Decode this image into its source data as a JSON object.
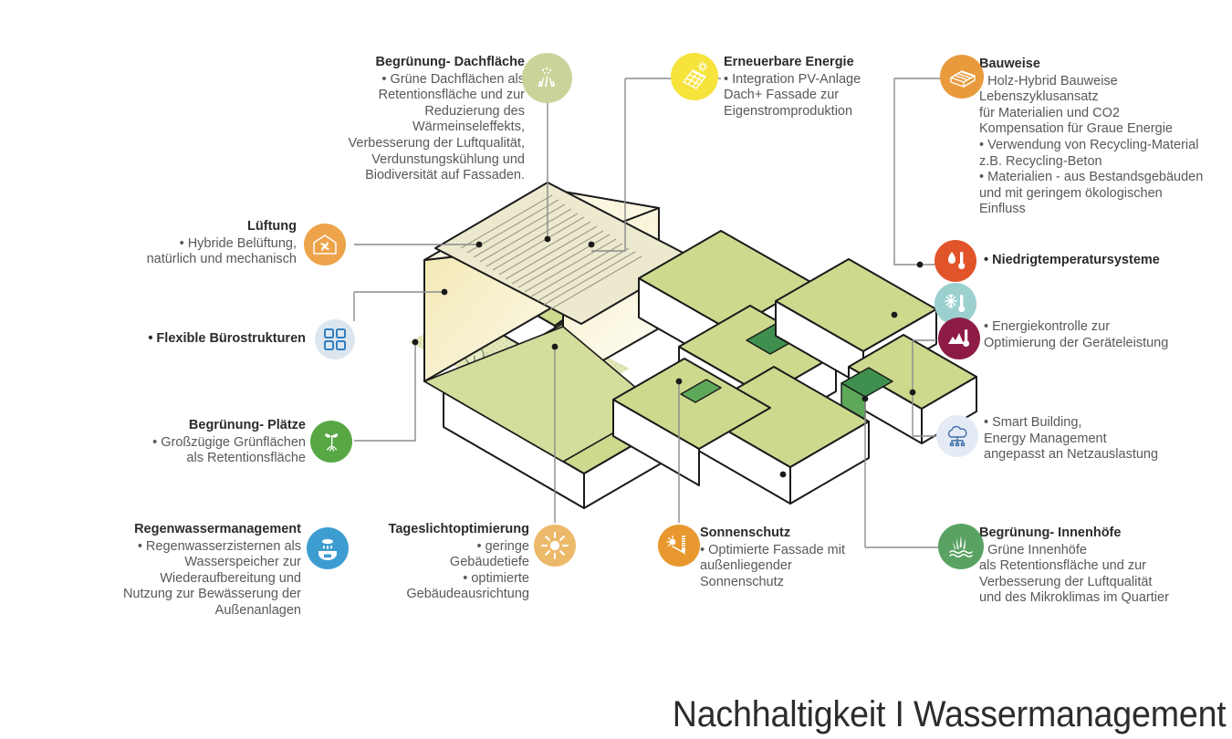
{
  "title": {
    "text": "Nachhaltigkeit I Wassermanagement"
  },
  "colors": {
    "roof_green": "#cdd98d",
    "courtyard_green": "#5ea85a",
    "courtyard_green_dark": "#3f8f4e",
    "building_white": "#ffffff",
    "tower_yellow": "#f7ecc0",
    "plaza_green": "#dfe3b4",
    "outline": "#1a1a1a",
    "leader": "#8c8c8c",
    "text": "#58585a",
    "heading": "#2b2b2b"
  },
  "annotations": [
    {
      "id": "begruenung-dachflaeche",
      "title": "Begrünung- Dachfläche",
      "lines": [
        "• Grüne Dachflächen als",
        "Retentionsfläche und zur",
        "Reduzierung des",
        "Wärmeinseleffekts,",
        "Verbesserung der Luftqualität,",
        "Verdunstungskühlung und",
        "Biodiversität auf Fassaden."
      ],
      "icon": "green-roof-icon",
      "icon_color": "#c9d49a",
      "align": "right"
    },
    {
      "id": "erneuerbare-energie",
      "title": "Erneuerbare Energie",
      "lines": [
        "• Integration PV-Anlage",
        "Dach+ Fassade zur",
        "Eigenstromproduktion"
      ],
      "icon": "solar-panel-icon",
      "icon_color": "#f6e33c",
      "align": "left"
    },
    {
      "id": "bauweise",
      "title": "Bauweise",
      "lines": [
        "• Holz-Hybrid Bauweise",
        "Lebenszyklusansatz",
        "für Materialien und CO2",
        "Kompensation für Graue Energie",
        "• Verwendung von Recycling-Material",
        "z.B. Recycling-Beton",
        "• Materialien - aus Bestandsgebäuden",
        "und mit geringem ökologischen",
        "Einfluss"
      ],
      "icon": "brick-block-icon",
      "icon_color": "#e89a3c",
      "align": "left"
    },
    {
      "id": "niedrigtemperatursysteme",
      "title": "• Niedrigtemperatursysteme",
      "lines": [],
      "icon": "heating-cooling-icon",
      "icon_color": "#e1542a",
      "icon_color_2": "#9cd0cf",
      "align": "left"
    },
    {
      "id": "energiekontrolle",
      "title": "",
      "lines": [
        "• Energiekontrolle zur",
        "Optimierung der Geräteleistung"
      ],
      "icon": "energy-monitor-icon",
      "icon_color": "#8e1b46",
      "align": "left"
    },
    {
      "id": "smart-building",
      "title": "",
      "lines": [
        "• Smart Building,",
        "Energy Management",
        "angepasst an Netzauslastung"
      ],
      "icon": "cloud-network-icon",
      "icon_color": "#e4ebf5",
      "align": "left"
    },
    {
      "id": "begruenung-innenhoefe",
      "title": "Begrünung- Innenhöfe",
      "lines": [
        "• Grüne Innenhöfe",
        "als Retentionsfläche und zur",
        "Verbesserung der Luftqualität",
        "und des Mikroklimas im Quartier"
      ],
      "icon": "green-courtyard-icon",
      "icon_color": "#5aa262",
      "align": "left"
    },
    {
      "id": "lueftung",
      "title": "Lüftung",
      "lines": [
        "• Hybride Belüftung,",
        "natürlich und mechanisch"
      ],
      "icon": "ventilation-house-icon",
      "icon_color": "#eda349",
      "align": "right"
    },
    {
      "id": "flexible-buerostrukturen",
      "title": "• Flexible Bürostrukturen",
      "lines": [],
      "icon": "office-grid-icon",
      "icon_color": "#dce6ef",
      "align": "right"
    },
    {
      "id": "begruenung-plaetze",
      "title": "Begrünung- Plätze",
      "lines": [
        "• Großzügige Grünflächen",
        "als Retentionsfläche"
      ],
      "icon": "sprout-icon",
      "icon_color": "#57a845",
      "align": "right"
    },
    {
      "id": "regenwassermanagement",
      "title": "Regenwassermanagement",
      "lines": [
        "• Regenwasserzisternen als",
        "Wasserspeicher zur",
        "Wiederaufbereitung und",
        "Nutzung zur Bewässerung der",
        "Außenanlagen"
      ],
      "icon": "rainwater-cistern-icon",
      "icon_color": "#3d9dd1",
      "align": "right"
    },
    {
      "id": "tageslichtoptimierung",
      "title": "Tageslichtoptimierung",
      "lines": [
        "• geringe",
        "Gebäudetiefe",
        "• optimierte",
        "Gebäudeausrichtung"
      ],
      "icon": "daylight-sun-icon",
      "icon_color": "#ecb96a",
      "align": "right"
    },
    {
      "id": "sonnenschutz",
      "title": "Sonnenschutz",
      "lines": [
        "• Optimierte Fassade mit",
        "außenliegender",
        "Sonnenschutz"
      ],
      "icon": "sun-shading-icon",
      "icon_color": "#e8982e",
      "align": "left"
    }
  ]
}
